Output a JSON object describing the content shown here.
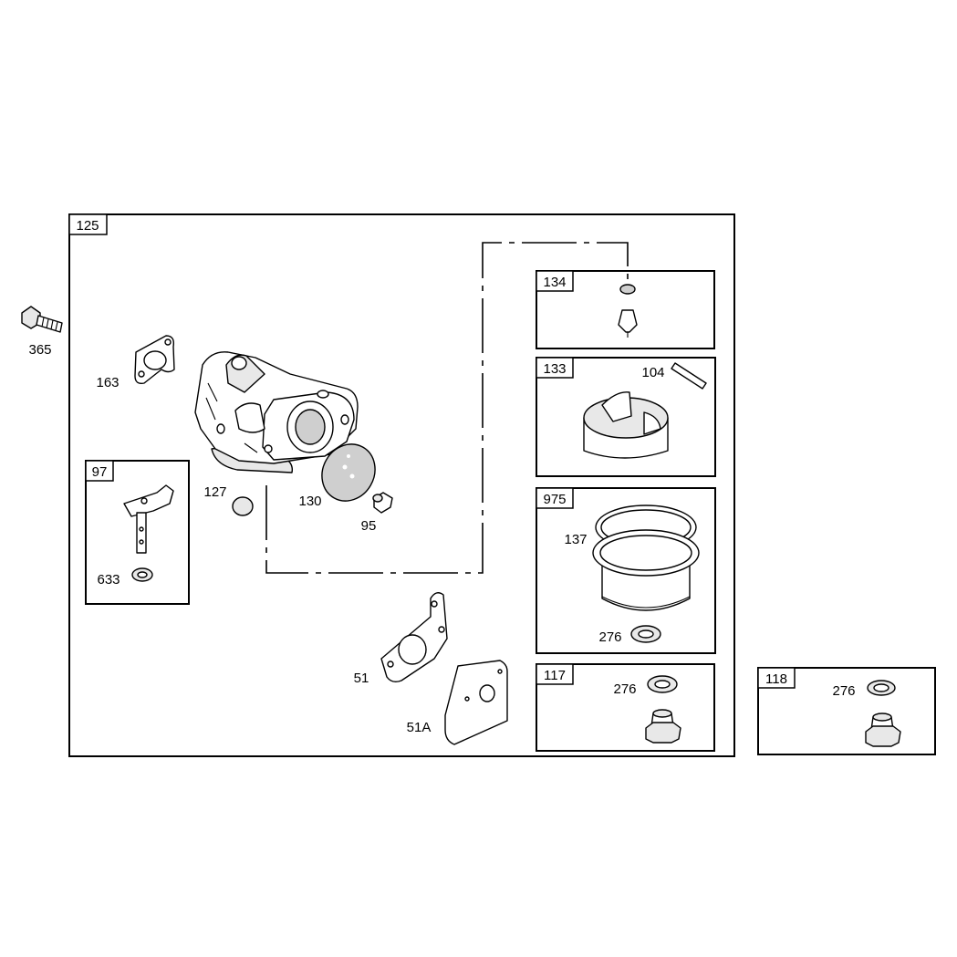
{
  "groups": [
    {
      "tag": "125",
      "name": "carburetor-assembly"
    },
    {
      "tag": "134",
      "name": "needle-seat-kit"
    },
    {
      "tag": "133",
      "name": "float-kit"
    },
    {
      "tag": "975",
      "name": "bowl-kit"
    },
    {
      "tag": "117",
      "name": "nut-kit"
    },
    {
      "tag": "118",
      "name": "nut-kit-alt"
    },
    {
      "tag": "97",
      "name": "throttle-shaft-kit"
    }
  ],
  "labels": {
    "p365": "365",
    "p163": "163",
    "p127": "127",
    "p130": "130",
    "p95": "95",
    "p633": "633",
    "p51": "51",
    "p51a": "51A",
    "p104": "104",
    "p137": "137",
    "p276a": "276",
    "p276b": "276",
    "p276c": "276"
  }
}
